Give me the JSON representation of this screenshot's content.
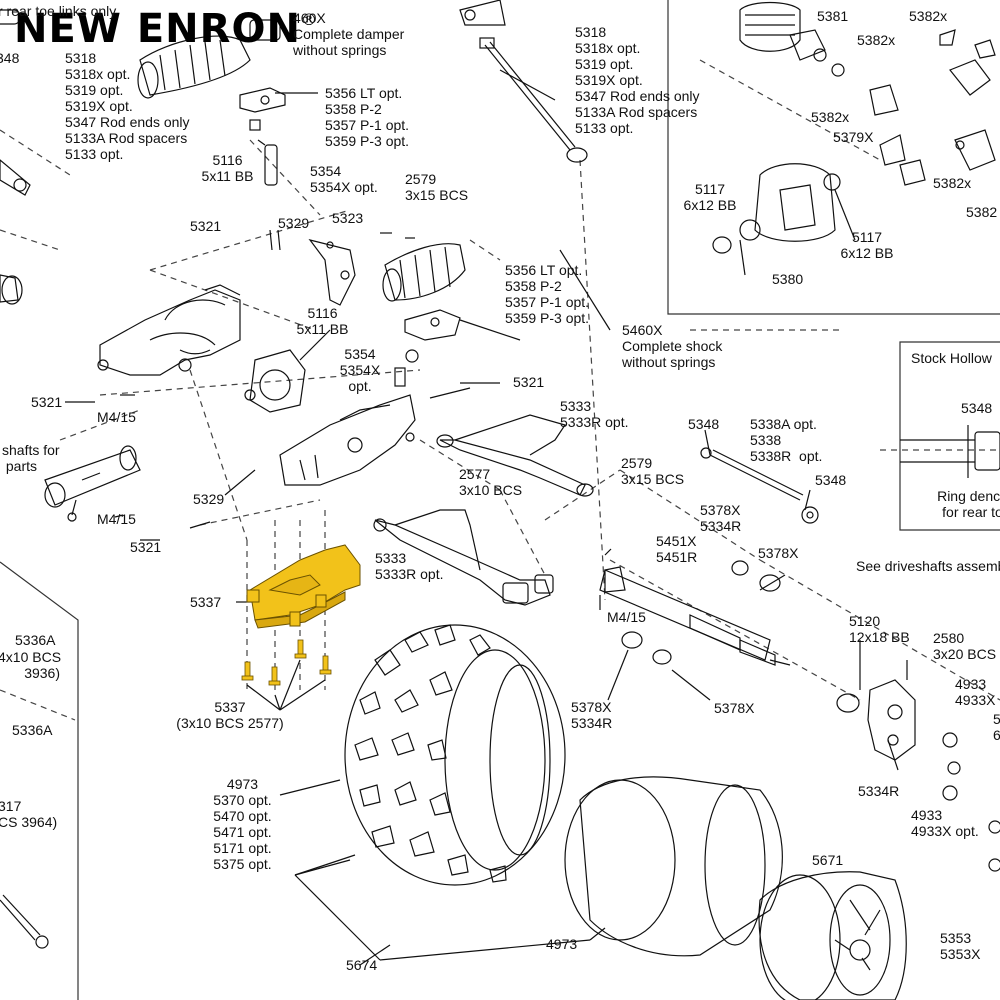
{
  "brand": {
    "name": "NEW ENRON",
    "mark": "®"
  },
  "colors": {
    "highlight": "#f2c21a",
    "line": "#111111",
    "frame": "#333333"
  },
  "labels": {
    "rear_toe_links": "r rear toe links only",
    "c5460x_top": "460X\nComplete damper\nwithout springs",
    "c5318_top_left": "5318\n5318x opt.\n5319 opt.\n5319X opt.\n5347 Rod ends only\n5133A Rod spacers\n5133 opt.",
    "c5318_top_right": "5318\n5318x opt.\n5319 opt.\n5319X opt.\n5347 Rod ends only\n5133A Rod spacers\n5133 opt.",
    "c348": "348",
    "c5356_top": "5356 LT opt.\n5358 P-2\n5357 P-1 opt.\n5359 P-3 opt.",
    "c5116_top": "5116\n5x11 BB",
    "c5354_top": "5354\n5354X opt.",
    "c2579_top": "2579\n3x15 BCS",
    "c5321_a": "5321",
    "c5329_a": "5329",
    "c5323": "5323",
    "c5356_mid": "5356 LT opt.\n5358 P-2\n5357 P-1 opt.\n5359 P-3 opt.",
    "c5116_mid": "5116\n5x11 BB",
    "c5460x_mid": "5460X\nComplete shock\nwithout springs",
    "c5354_mid": "5354\n5354X\nopt.",
    "c5321_b": "5321",
    "c5321_c": "5321",
    "m415_a": "M4/15",
    "shafts_for": "shafts for\n parts",
    "m415_b": "M4/15",
    "c5329_b": "5329",
    "c5321_d": "5321",
    "c2577": "2577\n3x10 BCS",
    "c5333_a": "5333\n5333R opt.",
    "c5333_b": "5333\n5333R opt.",
    "c5337_a": "5337",
    "c5337_b": "5337\n(3x10 BCS 2577)",
    "c5336a_a": "5336A",
    "c4x10": "4x10 BCS\n3936)",
    "c5336a_b": "5336A",
    "c317": "317\nCS 3964)",
    "c4973_a": "4973\n5370 opt.\n5470 opt.\n5471 opt.\n5171 opt.\n5375 opt.",
    "c5674": "5674",
    "c4973_b": "4973",
    "c5671": "5671",
    "c5353": "5353\n5353X",
    "c5381": "5381",
    "c5382x_a": "5382x",
    "c5382x_b": "5382x",
    "c5382x_c": "5382x",
    "c5382x_d": "5382x",
    "c5382_e": "5382",
    "c5379x": "5379X",
    "c5117_a": "5117\n6x12 BB",
    "c5117_b": "5117\n6x12 BB",
    "c5380": "5380",
    "stock_hollow": "Stock Hollow",
    "c5348_box": "5348",
    "ring_dence": "Ring dence\nfor rear to",
    "c5348_a": "5348",
    "c5338": "5338A opt.\n5338\n5338R  opt.",
    "c5348_b": "5348",
    "c2579_mid": "2579\n3x15 BCS",
    "c5378x_a": "5378X\n5334R",
    "c5451x": "5451X\n5451R",
    "c5378x_b": "5378X",
    "see_driveshafts": "See driveshafts assemb",
    "m415_c": "M4/15",
    "c5120": "5120\n12x18 BB",
    "c2580": "2580\n3x20 BCS",
    "c4933_a": "4933\n4933X",
    "c6_partial": "5\n6",
    "c5378x_c": "5378X\n5334R",
    "c5378x_d": "5378X",
    "c5334r": "5334R",
    "c4933_b": "4933\n4933X opt."
  }
}
